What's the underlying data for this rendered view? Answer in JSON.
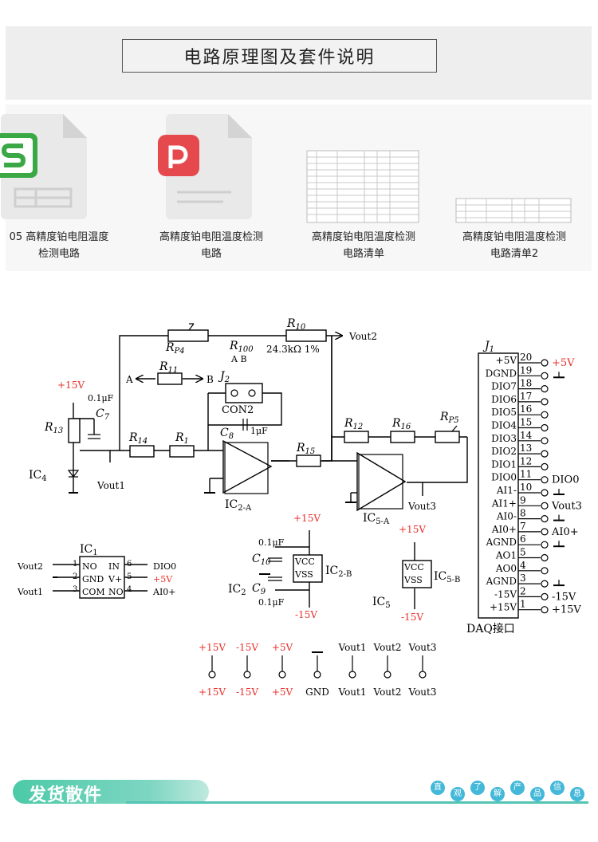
{
  "header": {
    "title": "电路原理图及套件说明"
  },
  "files": [
    {
      "icon": "spreadsheet-file-icon",
      "caption_line1": "05 高精度铂电阻温度",
      "caption_line2": "检测电路"
    },
    {
      "icon": "pdf-file-icon",
      "caption_line1": "高精度铂电阻温度检测",
      "caption_line2": "电路"
    },
    {
      "icon": "table-thumbnail-icon",
      "caption_line1": "高精度铂电阻温度检测",
      "caption_line2": "电路清单"
    },
    {
      "icon": "table-thumbnail-icon",
      "caption_line1": "高精度铂电阻温度检测",
      "caption_line2": "电路清单2"
    }
  ],
  "schematic": {
    "labels": {
      "r10": "R",
      "r10_sub": "10",
      "r10_value": "24.3kΩ 1%",
      "rp4": "R",
      "rp4_sub": "P4",
      "r100": "R",
      "r100_sub": "100",
      "vout2_top": "Vout2",
      "a_label": "A",
      "b_label": "B",
      "r11": "R",
      "r11_sub": "11",
      "j2": "J",
      "j2_sub": "2",
      "con2": "CON2",
      "plus15v": "+15V",
      "c7_val": "0.1μF",
      "c7": "C",
      "c7_sub": "7",
      "r13": "R",
      "r13_sub": "13",
      "c8": "C",
      "c8_sub": "8",
      "c8_val": "1μF",
      "r14": "R",
      "r14_sub": "14",
      "r1": "R",
      "r1_sub": "1",
      "r15": "R",
      "r15_sub": "15",
      "r12": "R",
      "r12_sub": "12",
      "r16": "R",
      "r16_sub": "16",
      "rp5": "R",
      "rp5_sub": "P5",
      "ic4": "IC",
      "ic4_sub": "4",
      "vout1_left": "Vout1",
      "ic2a": "IC",
      "ic2a_sub": "2-A",
      "ic5a": "IC",
      "ic5a_sub": "5-A",
      "vout3": "Vout3",
      "j1": "J",
      "j1_sub": "1",
      "daq": "DAQ接口",
      "ic1": "IC",
      "ic1_sub": "1",
      "ic2": "IC",
      "ic2_sub": "2",
      "ic5": "IC",
      "ic5_sub": "5",
      "ic2b": "IC",
      "ic2b_sub": "2-B",
      "ic5b": "IC",
      "ic5b_sub": "5-B",
      "vcc": "VCC",
      "vss": "VSS",
      "minus15v": "-15V",
      "c10": "C",
      "c10_sub": "10",
      "c9": "C",
      "c9_sub": "9",
      "c_val": "0.1μF"
    },
    "ic1_pins": [
      {
        "num": "1",
        "name": "NO",
        "net": "Vout2"
      },
      {
        "num": "2",
        "name": "GND",
        "net": ""
      },
      {
        "num": "3",
        "name": "COM",
        "net": "Vout1"
      },
      {
        "num": "6",
        "name": "IN",
        "net": "DIO0"
      },
      {
        "num": "5",
        "name": "V+",
        "net": "+5V"
      },
      {
        "num": "4",
        "name": "NO",
        "net": "AI0+"
      }
    ],
    "daq_pins": [
      {
        "num": "20",
        "name": "+5V",
        "net": "+5V"
      },
      {
        "num": "19",
        "name": "DGND",
        "net": "gnd"
      },
      {
        "num": "18",
        "name": "DIO7",
        "net": ""
      },
      {
        "num": "17",
        "name": "DIO6",
        "net": ""
      },
      {
        "num": "16",
        "name": "DIO5",
        "net": ""
      },
      {
        "num": "15",
        "name": "DIO4",
        "net": ""
      },
      {
        "num": "14",
        "name": "DIO3",
        "net": ""
      },
      {
        "num": "13",
        "name": "DIO2",
        "net": ""
      },
      {
        "num": "12",
        "name": "DIO1",
        "net": ""
      },
      {
        "num": "11",
        "name": "DIO0",
        "net": "DIO0"
      },
      {
        "num": "10",
        "name": "AI1-",
        "net": "gnd"
      },
      {
        "num": "9",
        "name": "AI1+",
        "net": "Vout3"
      },
      {
        "num": "8",
        "name": "AI0-",
        "net": "gnd"
      },
      {
        "num": "7",
        "name": "AI0+",
        "net": "AI0+"
      },
      {
        "num": "6",
        "name": "AGND",
        "net": "gnd"
      },
      {
        "num": "5",
        "name": "AO1",
        "net": ""
      },
      {
        "num": "4",
        "name": "AO0",
        "net": ""
      },
      {
        "num": "3",
        "name": "AGND",
        "net": "gnd"
      },
      {
        "num": "2",
        "name": "-15V",
        "net": "-15V"
      },
      {
        "num": "1",
        "name": "+15V",
        "net": "+15V"
      }
    ],
    "terminals": [
      {
        "top": "+15V",
        "bottom": "+15V",
        "red": true
      },
      {
        "top": "-15V",
        "bottom": "-15V",
        "red": true
      },
      {
        "top": "+5V",
        "bottom": "+5V",
        "red": true
      },
      {
        "top": "gnd",
        "bottom": "GND",
        "red": false
      },
      {
        "top": "Vout1",
        "bottom": "Vout1",
        "red": false
      },
      {
        "top": "Vout2",
        "bottom": "Vout2",
        "red": false
      },
      {
        "top": "Vout3",
        "bottom": "Vout3",
        "red": false
      }
    ]
  },
  "footer": {
    "label": "发货散件",
    "tail": [
      "直",
      "观",
      "了",
      "解",
      "产",
      "品",
      "信",
      "息"
    ]
  },
  "colors": {
    "red": "#e8302a",
    "accent": "#4ccaa8",
    "wps_green": "#3aa845",
    "pdf_red": "#e5484d"
  }
}
